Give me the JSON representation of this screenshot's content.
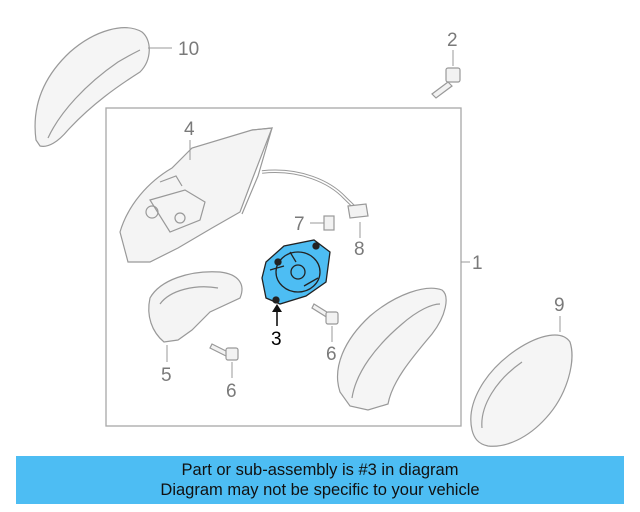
{
  "callouts": {
    "c1": "1",
    "c2": "2",
    "c3": "3",
    "c4": "4",
    "c5": "5",
    "c6a": "6",
    "c6b": "6",
    "c7": "7",
    "c8": "8",
    "c9": "9",
    "c10": "10"
  },
  "highlighted_part": "3",
  "colors": {
    "highlight_fill": "#4dbdf3",
    "banner_bg": "#4dbdf3",
    "line": "#9a9a9a",
    "part_fill": "#f4f4f4"
  },
  "banner": {
    "line1": "Part or sub-assembly is #3 in diagram",
    "line2": "Diagram may not be specific to your vehicle"
  }
}
